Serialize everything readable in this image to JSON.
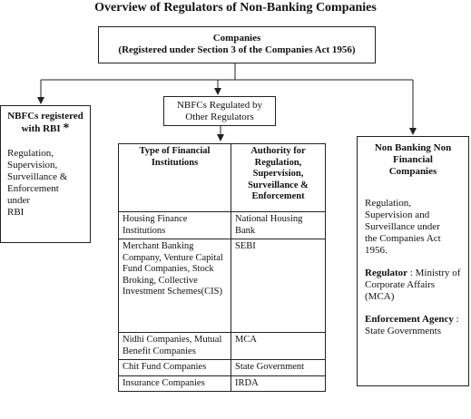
{
  "title": "Overview of Regulators of Non-Banking Companies",
  "top_box": {
    "line1": "Companies",
    "line2": "(Registered under Section 3 of the Companies Act 1956)"
  },
  "left_box": {
    "heading_line1": "NBFCs registered",
    "heading_line2": "with RBI",
    "asterisk": "*",
    "lines": [
      "Regulation,",
      "Supervision,",
      "Surveillance &",
      "Enforcement under",
      "RBI"
    ]
  },
  "middle_box": {
    "line1": "NBFCs Regulated by",
    "line2": "Other Regulators"
  },
  "table": {
    "headers": [
      "Type of Financial Institutions",
      "Authority for Regulation, Supervision, Surveillance & Enforcement"
    ],
    "rows": [
      {
        "type": "Housing Finance Institutions",
        "authority": "National Housing Bank"
      },
      {
        "type": "Merchant Banking Company, Venture Capital Fund Companies, Stock Broking, Collective Investment Schemes(CIS)",
        "authority": "SEBI"
      },
      {
        "type": "Nidhi Companies, Mutual Benefit Companies",
        "authority": "MCA"
      },
      {
        "type": "Chit Fund Companies",
        "authority": "State Government"
      },
      {
        "type": "Insurance Companies",
        "authority": "IRDA"
      }
    ]
  },
  "right_box": {
    "heading": [
      "Non Banking Non",
      "Financial",
      "Companies"
    ],
    "body": [
      "Regulation,",
      "Supervision and",
      "Surveillance under",
      "the Companies Act",
      "1956."
    ],
    "regulator_label": "Regulator",
    "regulator_text": ": Ministry of Corporate Affairs (MCA)",
    "agency_label": "Enforcement Agency",
    "agency_text": ": State Governments"
  }
}
